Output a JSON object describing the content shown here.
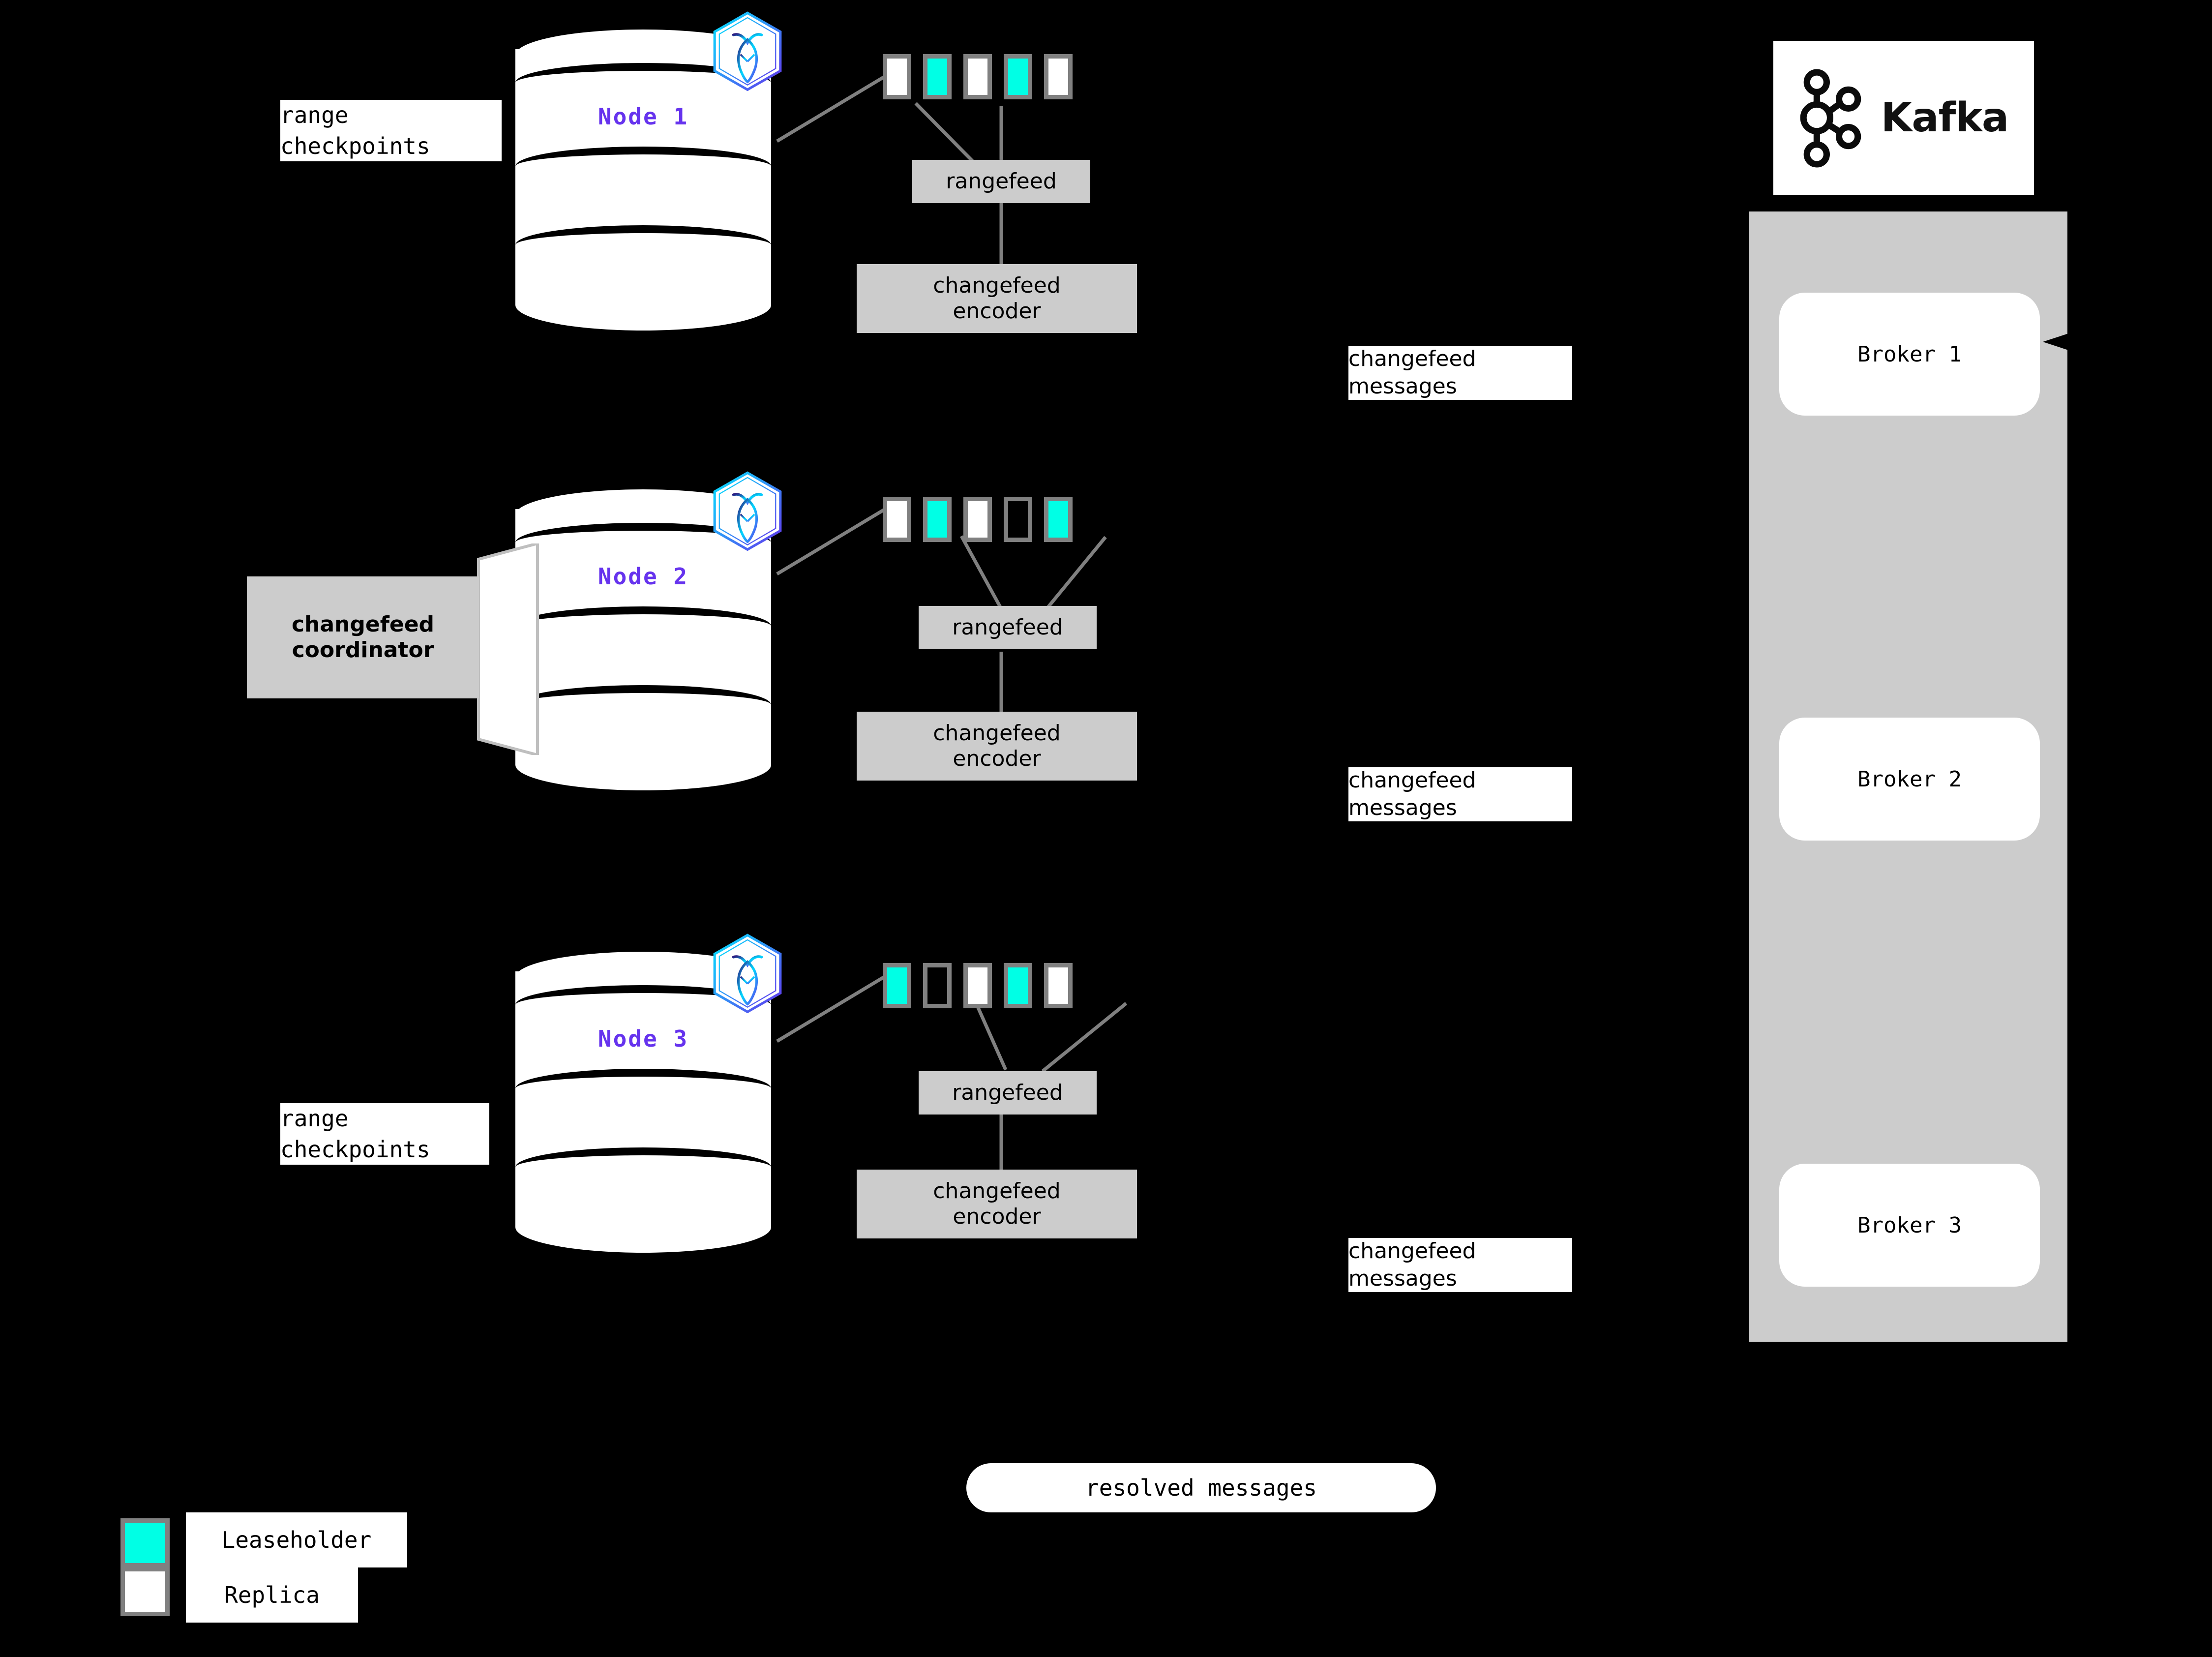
{
  "diagram": {
    "title": "CockroachDB changefeed to Kafka architecture",
    "background_color": "#000000",
    "accent_colors": {
      "leaseholder": "#00ffe5",
      "replica": "#ffffff",
      "range_border": "#808080",
      "node_label": "#6633EE",
      "box_fill": "#cccccc",
      "connector": "#808080"
    }
  },
  "nodes": [
    {
      "id": "node-1",
      "label": "Node 1",
      "logo_name": "cockroachdb-hexagon-icon",
      "ranges": [
        "replica",
        "leaseholder",
        "replica",
        "leaseholder",
        "replica"
      ],
      "rangefeed_label": "rangefeed",
      "encoder_label": "changefeed\nencoder",
      "encoder_line1": "changefeed",
      "encoder_line2": "encoder",
      "side_label": "range\ncheckpoints",
      "side_label_line1": "range",
      "side_label_line2": "checkpoints",
      "messages_label_line1": "changefeed",
      "messages_label_line2": "messages"
    },
    {
      "id": "node-2",
      "label": "Node 2",
      "logo_name": "cockroachdb-hexagon-icon",
      "ranges": [
        "replica",
        "leaseholder",
        "replica",
        "empty",
        "leaseholder"
      ],
      "rangefeed_label": "rangefeed",
      "encoder_label": "changefeed\nencoder",
      "encoder_line1": "changefeed",
      "encoder_line2": "encoder",
      "side_label": "changefeed\ncoordinator",
      "side_label_line1": "changefeed",
      "side_label_line2": "coordinator",
      "messages_label_line1": "changefeed",
      "messages_label_line2": "messages"
    },
    {
      "id": "node-3",
      "label": "Node 3",
      "logo_name": "cockroachdb-hexagon-icon",
      "ranges": [
        "leaseholder",
        "empty",
        "replica",
        "leaseholder",
        "replica"
      ],
      "rangefeed_label": "rangefeed",
      "encoder_label": "changefeed\nencoder",
      "encoder_line1": "changefeed",
      "encoder_line2": "encoder",
      "side_label": "range\ncheckpoints",
      "side_label_line1": "range",
      "side_label_line2": "checkpoints",
      "messages_label_line1": "changefeed",
      "messages_label_line2": "messages"
    }
  ],
  "kafka": {
    "logo_name": "kafka-logo",
    "wordmark": "Kafka",
    "brokers": [
      "Broker 1",
      "Broker 2",
      "Broker 3"
    ]
  },
  "resolved": {
    "label": "resolved messages"
  },
  "legend": {
    "items": [
      {
        "label": "Leaseholder",
        "swatch": "leaseholder"
      },
      {
        "label": "Replica",
        "swatch": "replica"
      }
    ]
  }
}
